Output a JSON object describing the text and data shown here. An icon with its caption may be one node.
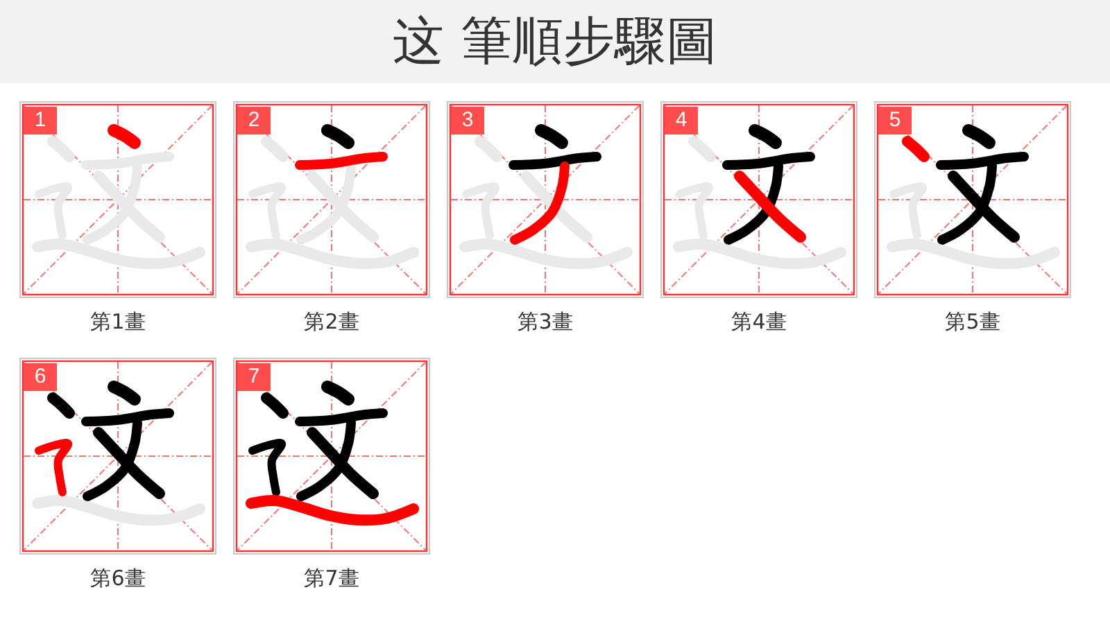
{
  "diagram": {
    "title": "这 筆順步驟圖",
    "nodes": [
      {
        "text": [
          "1"
        ],
        "beside": [
          "第1畫"
        ]
      },
      {
        "text": [
          "2"
        ],
        "beside": [
          "第2畫"
        ]
      },
      {
        "text": [
          "3"
        ],
        "beside": [
          "第3畫"
        ]
      },
      {
        "text": [
          "4"
        ],
        "beside": [
          "第4畫"
        ]
      },
      {
        "text": [
          "5"
        ],
        "beside": [
          "第5畫"
        ]
      },
      {
        "text": [
          "6"
        ],
        "beside": [
          "第6畫"
        ]
      },
      {
        "text": [
          "7"
        ],
        "beside": [
          "第7畫"
        ]
      }
    ]
  }
}
